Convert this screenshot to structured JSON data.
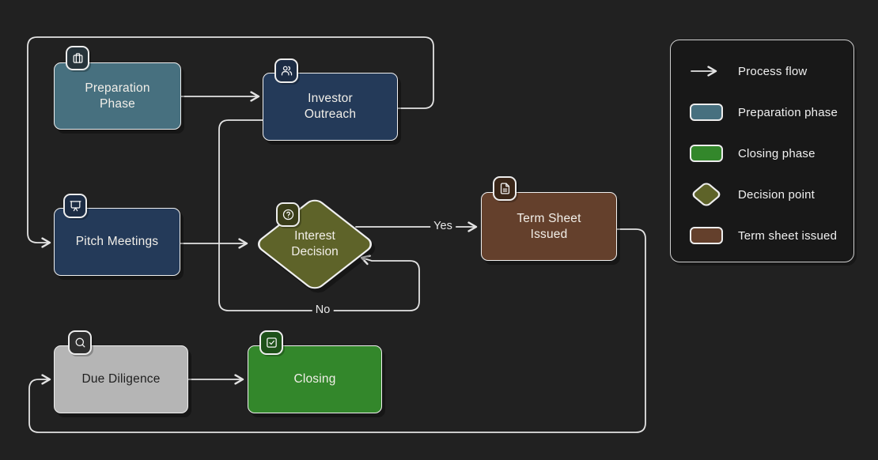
{
  "diagram": {
    "nodes": [
      {
        "id": "preparation-phase",
        "label": "Preparation Phase",
        "icon": "briefcase-icon",
        "fill": "#47707f"
      },
      {
        "id": "investor-outreach",
        "label": "Investor Outreach",
        "icon": "users-icon",
        "fill": "#243a59"
      },
      {
        "id": "pitch-meetings",
        "label": "Pitch Meetings",
        "icon": "presentation-icon",
        "fill": "#243a59"
      },
      {
        "id": "interest-decision",
        "label": "Interest Decision",
        "icon": "question-circle-icon",
        "fill": "#5e6329",
        "shape": "diamond"
      },
      {
        "id": "term-sheet-issued",
        "label": "Term Sheet Issued",
        "icon": "file-text-icon",
        "fill": "#64402c"
      },
      {
        "id": "due-diligence",
        "label": "Due Diligence",
        "icon": "search-icon",
        "fill": "#b5b5b5"
      },
      {
        "id": "closing",
        "label": "Closing",
        "icon": "check-square-icon",
        "fill": "#33872b"
      }
    ],
    "edges": [
      {
        "from": "preparation-phase",
        "to": "investor-outreach",
        "label": ""
      },
      {
        "from": "investor-outreach",
        "to": "pitch-meetings",
        "label": ""
      },
      {
        "from": "pitch-meetings",
        "to": "interest-decision",
        "label": ""
      },
      {
        "from": "interest-decision",
        "to": "term-sheet-issued",
        "label": "Yes"
      },
      {
        "from": "investor-outreach",
        "to": "interest-decision",
        "label": "No"
      },
      {
        "from": "term-sheet-issued",
        "to": "due-diligence",
        "label": ""
      },
      {
        "from": "due-diligence",
        "to": "closing",
        "label": ""
      }
    ]
  },
  "legend": {
    "items": [
      {
        "label": "Process flow",
        "swatch": "arrow"
      },
      {
        "label": "Preparation phase",
        "swatch": "rect",
        "color": "#47707f"
      },
      {
        "label": "Closing phase",
        "swatch": "rect",
        "color": "#33872b"
      },
      {
        "label": "Decision point",
        "swatch": "diamond",
        "color": "#5e6329"
      },
      {
        "label": "Term sheet issued",
        "swatch": "rect",
        "color": "#64402c"
      }
    ]
  },
  "colors": {
    "background": "#212121",
    "edge": "#e3e3e3",
    "node_border": "#f0f0f0",
    "node_text_light": "#f2efe9",
    "node_text_dark": "#1e1e1e",
    "legend_background": "#181818"
  }
}
